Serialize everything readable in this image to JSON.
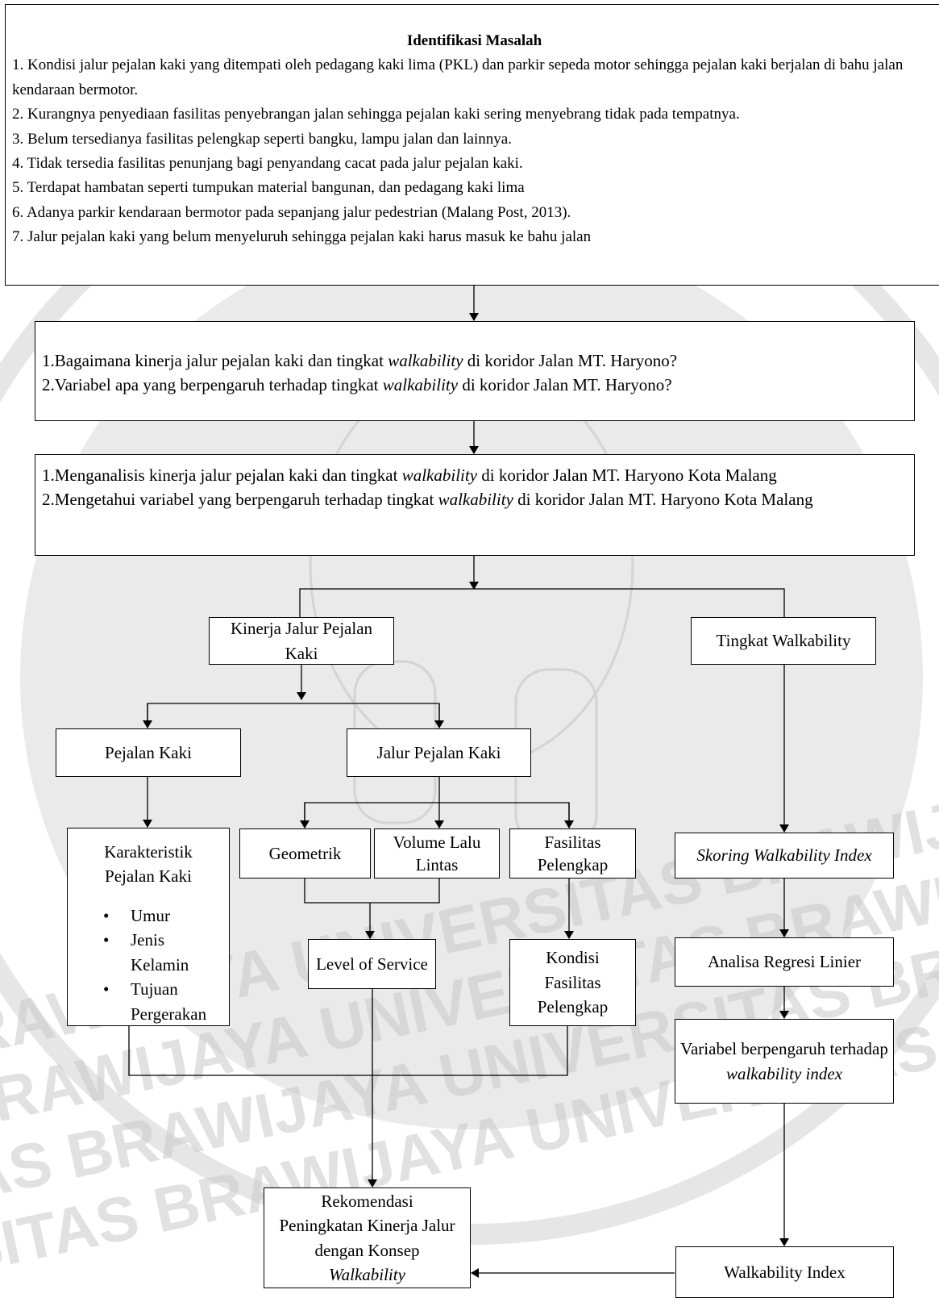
{
  "problem": {
    "title": "Identifikasi Masalah",
    "items": [
      "1.  Kondisi jalur pejalan kaki yang ditempati oleh pedagang kaki lima (PKL) dan parkir sepeda motor sehingga pejalan kaki berjalan di bahu jalan kendaraan bermotor.",
      "2.  Kurangnya penyediaan fasilitas penyebrangan jalan sehingga pejalan kaki sering menyebrang tidak pada tempatnya.",
      "3.  Belum tersedianya fasilitas pelengkap seperti bangku, lampu jalan dan lainnya.",
      "4.  Tidak tersedia fasilitas penunjang bagi penyandang cacat pada jalur pejalan kaki.",
      "5.  Terdapat hambatan seperti tumpukan material bangunan, dan pedagang kaki lima",
      "6.  Adanya parkir kendaraan bermotor pada sepanjang jalur pedestrian (Malang Post, 2013).",
      "7.  Jalur pejalan kaki yang belum menyeluruh sehingga pejalan kaki harus masuk ke bahu  jalan"
    ]
  },
  "questions": {
    "q1_a": "1.Bagaimana kinerja jalur pejalan kaki dan tingkat ",
    "q1_i": "walkability",
    "q1_b": " di koridor Jalan MT. Haryono?",
    "q2_a": "2.Variabel apa yang berpengaruh terhadap tingkat ",
    "q2_i": "walkability",
    "q2_b": " di koridor Jalan MT. Haryono?"
  },
  "objectives": {
    "o1_a": "1.Menganalisis kinerja jalur pejalan kaki dan tingkat ",
    "o1_i": "walkability",
    "o1_b": " di koridor Jalan MT. Haryono Kota Malang",
    "o2_a": "2.Mengetahui variabel yang berpengaruh terhadap tingkat ",
    "o2_i": "walkability",
    "o2_b": " di koridor Jalan MT. Haryono Kota Malang"
  },
  "nodes": {
    "kinerja": "Kinerja Jalur Pejalan Kaki",
    "tingkat": "Tingkat Walkability",
    "pejalan": "Pejalan Kaki",
    "jalur": "Jalur Pejalan Kaki",
    "karakteristik": "Karakteristik Pejalan Kaki",
    "karakteristik_items": [
      "Umur",
      "Jenis Kelamin",
      "Tujuan Pergerakan"
    ],
    "geometrik": "Geometrik",
    "volume": "Volume Lalu Lintas",
    "fasilitas": "Fasilitas Pelengkap",
    "skoring": "Skoring Walkability Index",
    "los": "Level of Service",
    "kondisi": "Kondisi Fasilitas Pelengkap",
    "regresi": "Analisa Regresi Linier",
    "variabel_a": "Variabel berpengaruh terhadap ",
    "variabel_i": "walkability index",
    "rekomendasi_a": "Rekomendasi Peningkatan Kinerja Jalur dengan Konsep ",
    "rekomendasi_i": "Walkability",
    "index": "Walkability Index"
  },
  "watermark": {
    "lines": [
      "RAWIJAYA UNIVERSITAS BRAWIJAYA UNIVERSITAS BRAWIJAYA",
      "BRAWIJAYA UNIVERSITAS BRAWIJAYA UNIVERSITAS BRAWIJ",
      "TAS BRAWIJAYA UNIVERSITAS BRAWIJAYA UNIVERSITAS BR",
      "RSITAS BRAWIJAYA UNIVERSITAS BRAWIJAYA UNIVERSITAS"
    ]
  },
  "colors": {
    "watermark": "#bcbcbc",
    "line": "#000000"
  }
}
